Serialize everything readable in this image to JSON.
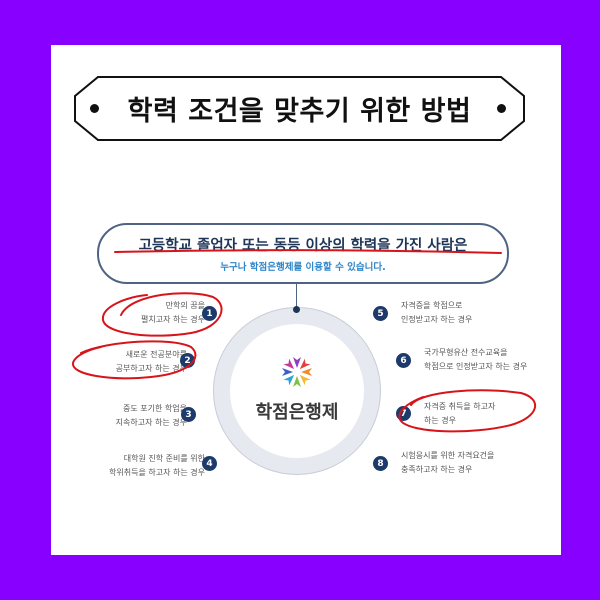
{
  "title": {
    "text": "학력 조건을 맞추기 위한 방법",
    "bullet_left": "•",
    "bullet_right": "•"
  },
  "headline": {
    "main": "고등학교 졸업자 또는 동등 이상의 학력을 가진 사람은",
    "sub": "누구나 학점은행제를 이용할 수 있습니다."
  },
  "center": {
    "logo_icon": "flower-logo-icon",
    "label": "학점은행제"
  },
  "items": [
    {
      "number": "1",
      "line1": "만학의 꿈을",
      "line2": "펼치고자 하는 경우",
      "side": "left",
      "circled": true
    },
    {
      "number": "2",
      "line1": "새로운 전공분야를",
      "line2": "공부하고자 하는 경우",
      "side": "left",
      "circled": true
    },
    {
      "number": "3",
      "line1": "중도 포기한 학업을",
      "line2": "지속하고자 하는 경우",
      "side": "left",
      "circled": false
    },
    {
      "number": "4",
      "line1": "대학원 진학 준비를 위한",
      "line2": "학위취득을 하고자 하는 경우",
      "side": "left",
      "circled": false
    },
    {
      "number": "5",
      "line1": "자격증을 학점으로",
      "line2": "인정받고자 하는 경우",
      "side": "right",
      "circled": false
    },
    {
      "number": "6",
      "line1": "국가무형유산 전수교육을",
      "line2": "학점으로 인정받고자 하는 경우",
      "side": "right",
      "circled": false
    },
    {
      "number": "7",
      "line1": "자격증 취득을 하고자",
      "line2": "하는 경우",
      "side": "right",
      "circled": true
    },
    {
      "number": "8",
      "line1": "시험응시를 위한 자격요건을",
      "line2": "충족하고자 하는 경우",
      "side": "right",
      "circled": false
    }
  ],
  "colors": {
    "background": "#8800ff",
    "card": "#ffffff",
    "navy": "#1d3a6b",
    "accent_blue": "#2f86c9",
    "annotation_red": "#d8141b"
  }
}
